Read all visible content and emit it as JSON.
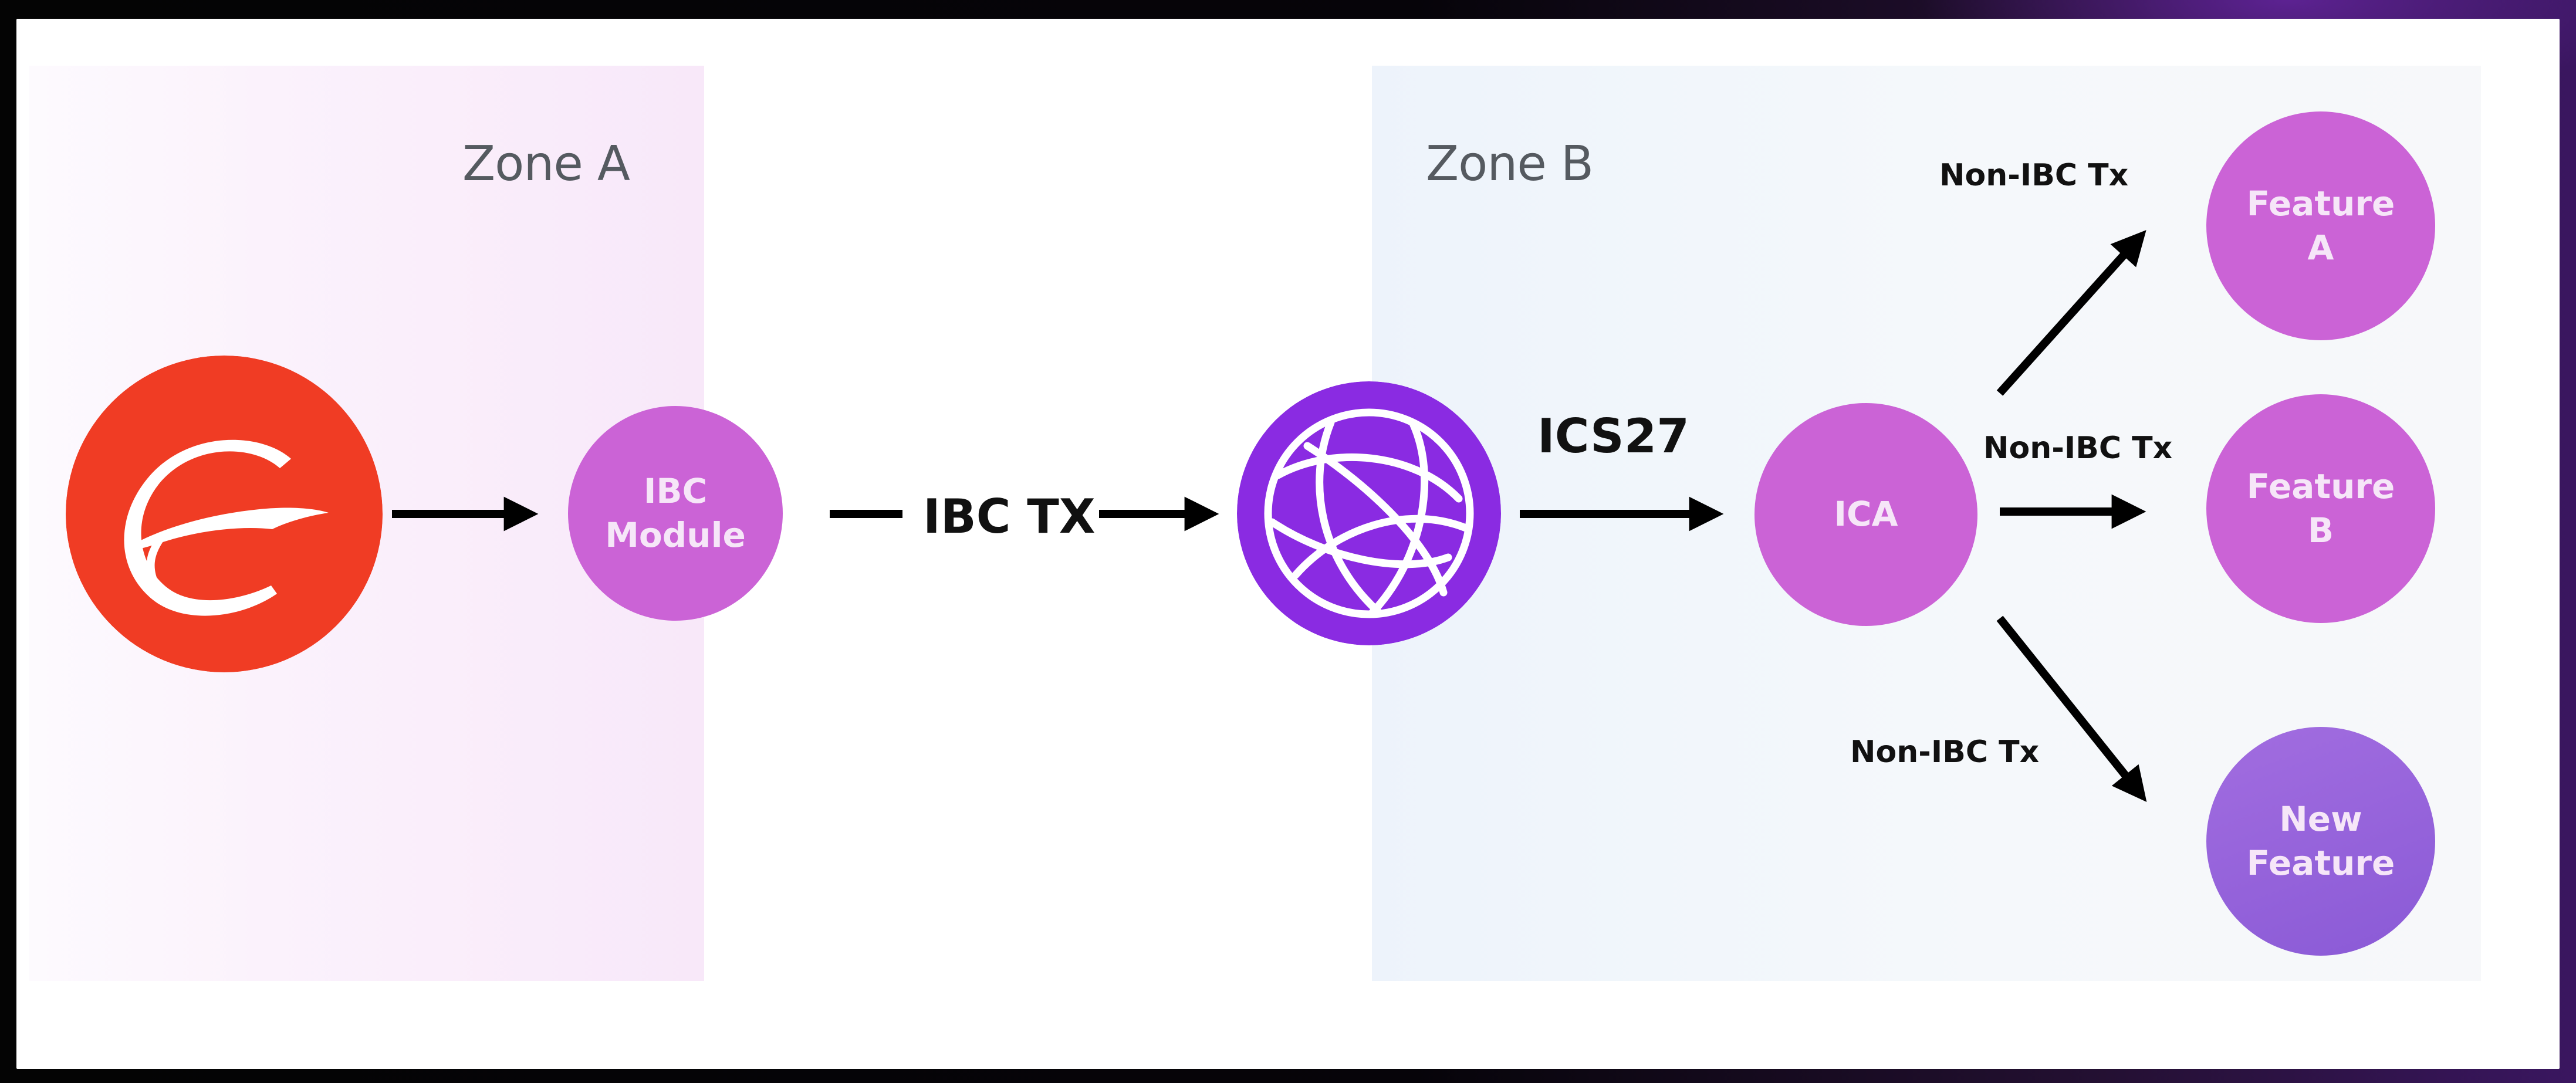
{
  "zones": {
    "a": {
      "label": "Zone A"
    },
    "b": {
      "label": "Zone B"
    }
  },
  "nodes": {
    "ibc_module": {
      "label": "IBC\nModule"
    },
    "ica": {
      "label": "ICA"
    },
    "feature_a": {
      "label": "Feature\nA"
    },
    "feature_b": {
      "label": "Feature\nB"
    },
    "new_feature": {
      "label": "New\nFeature"
    }
  },
  "edges": {
    "ibc_tx": "IBC TX",
    "ics27": "ICS27",
    "non_ibc_top": "Non-IBC Tx",
    "non_ibc_middle": "Non-IBC Tx",
    "non_ibc_bottom": "Non-IBC Tx"
  },
  "icons": {
    "source_chain": "red-e-logo-icon",
    "relayer": "purple-globe-icon"
  },
  "colors": {
    "zone_a_bg": "#f8e8f9",
    "zone_b_bg": "#edf3fb",
    "node_pink": "#cb63d6",
    "node_purple": "#8a5ad6",
    "logo_red": "#f03c24",
    "globe_purple": "#8a2be2",
    "zone_label": "#555a60",
    "arrow": "#000000"
  }
}
